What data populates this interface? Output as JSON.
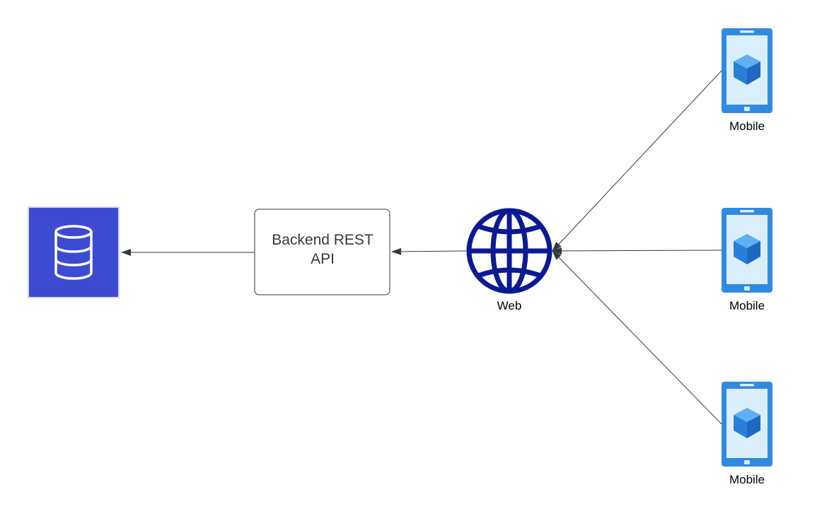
{
  "diagram": {
    "nodes": {
      "database": {
        "icon": "database-icon",
        "color": "#3d4bd1"
      },
      "backend": {
        "label_line1": "Backend REST",
        "label_line2": "API"
      },
      "web": {
        "label": "Web",
        "icon": "globe-icon",
        "color": "#0b1a93"
      },
      "mobiles": [
        {
          "label": "Mobile",
          "icon": "mobile-phone-icon"
        },
        {
          "label": "Mobile",
          "icon": "mobile-phone-icon"
        },
        {
          "label": "Mobile",
          "icon": "mobile-phone-icon"
        }
      ]
    },
    "edges": [
      {
        "from": "backend",
        "to": "database"
      },
      {
        "from": "web",
        "to": "backend"
      },
      {
        "from": "mobile-1",
        "to": "web"
      },
      {
        "from": "mobile-2",
        "to": "web"
      },
      {
        "from": "mobile-3",
        "to": "web"
      }
    ],
    "colors": {
      "connector": "#333a40",
      "phone_body": "#2f8ae0",
      "phone_screen": "#dbeefc",
      "cube": "#3a92e8"
    }
  }
}
